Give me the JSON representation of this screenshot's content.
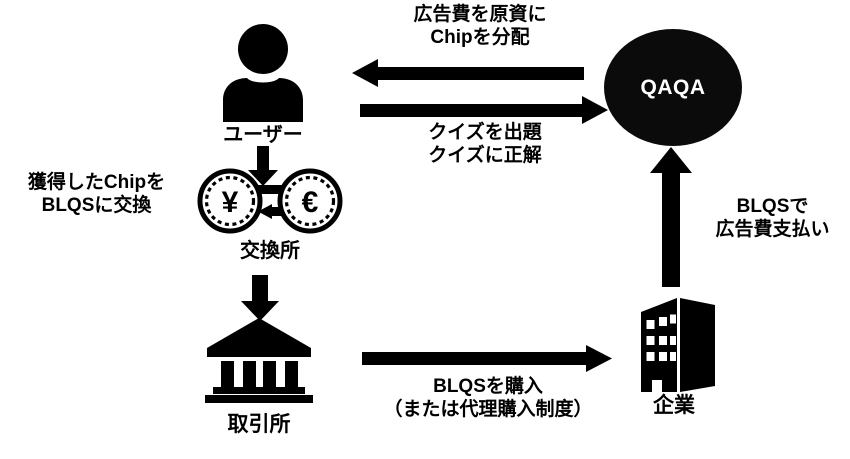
{
  "diagram": {
    "title_text": "",
    "background_color": "#ffffff",
    "ink_color": "#000000",
    "nodes": [
      {
        "id": "user",
        "label": "ユーザー",
        "icon": "person-icon"
      },
      {
        "id": "exchange",
        "label": "交換所",
        "icon": "currency-swap-icon"
      },
      {
        "id": "bank",
        "label": "取引所",
        "icon": "bank-icon"
      },
      {
        "id": "company",
        "label": "企業",
        "icon": "office-building-icon"
      },
      {
        "id": "qaqa",
        "label": "QAQA",
        "icon": "ellipse-node"
      }
    ],
    "flows": [
      {
        "id": "ad-revenue-to-chip",
        "label": "広告費を原資に\nChipを分配",
        "direction": "left"
      },
      {
        "id": "quiz-flow",
        "label": "クイズを出題\nクイズに正解",
        "direction": "right"
      },
      {
        "id": "chip-to-blqs",
        "label": "獲得したChipを\nBLQSに交換",
        "direction": "down"
      },
      {
        "id": "blqs-ad-payment",
        "label": "BLQSで\n広告費支払い",
        "direction": "up"
      },
      {
        "id": "buy-blqs",
        "label": "BLQSを購入\n（または代理購入制度）",
        "direction": "right"
      }
    ],
    "coin_symbols": {
      "left": "¥",
      "right": "€"
    }
  }
}
